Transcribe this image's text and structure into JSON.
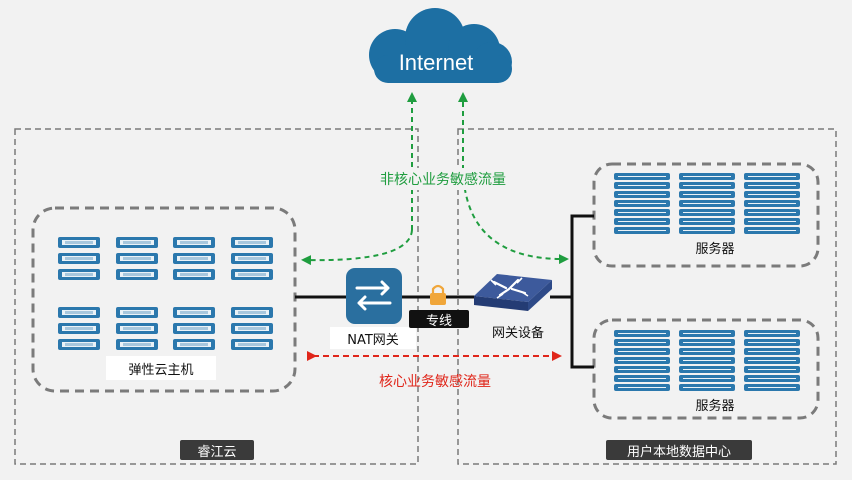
{
  "internet_label": "Internet",
  "left_zone": {
    "label": "睿江云"
  },
  "right_zone": {
    "label": "用户本地数据中心"
  },
  "elastic_group": {
    "label": "弹性云主机",
    "server_count": 8
  },
  "server_group_top": {
    "label": "服务器",
    "rack_count": 3
  },
  "server_group_bottom": {
    "label": "服务器",
    "rack_count": 3
  },
  "nat_gateway": {
    "label": "NAT网关"
  },
  "dedicated_line": {
    "label": "专线"
  },
  "gateway_device": {
    "label": "网关设备"
  },
  "flows": {
    "non_core": {
      "label": "非核心业务敏感流量",
      "color": "#1f9d3f"
    },
    "core": {
      "label": "核心业务敏感流量",
      "color": "#e0261a"
    }
  },
  "colors": {
    "server_blue": "#2b78ad",
    "cloud_blue": "#1d6fa3",
    "nat_blue": "#2a6f9f",
    "dash_gray": "#7b7b7b"
  }
}
